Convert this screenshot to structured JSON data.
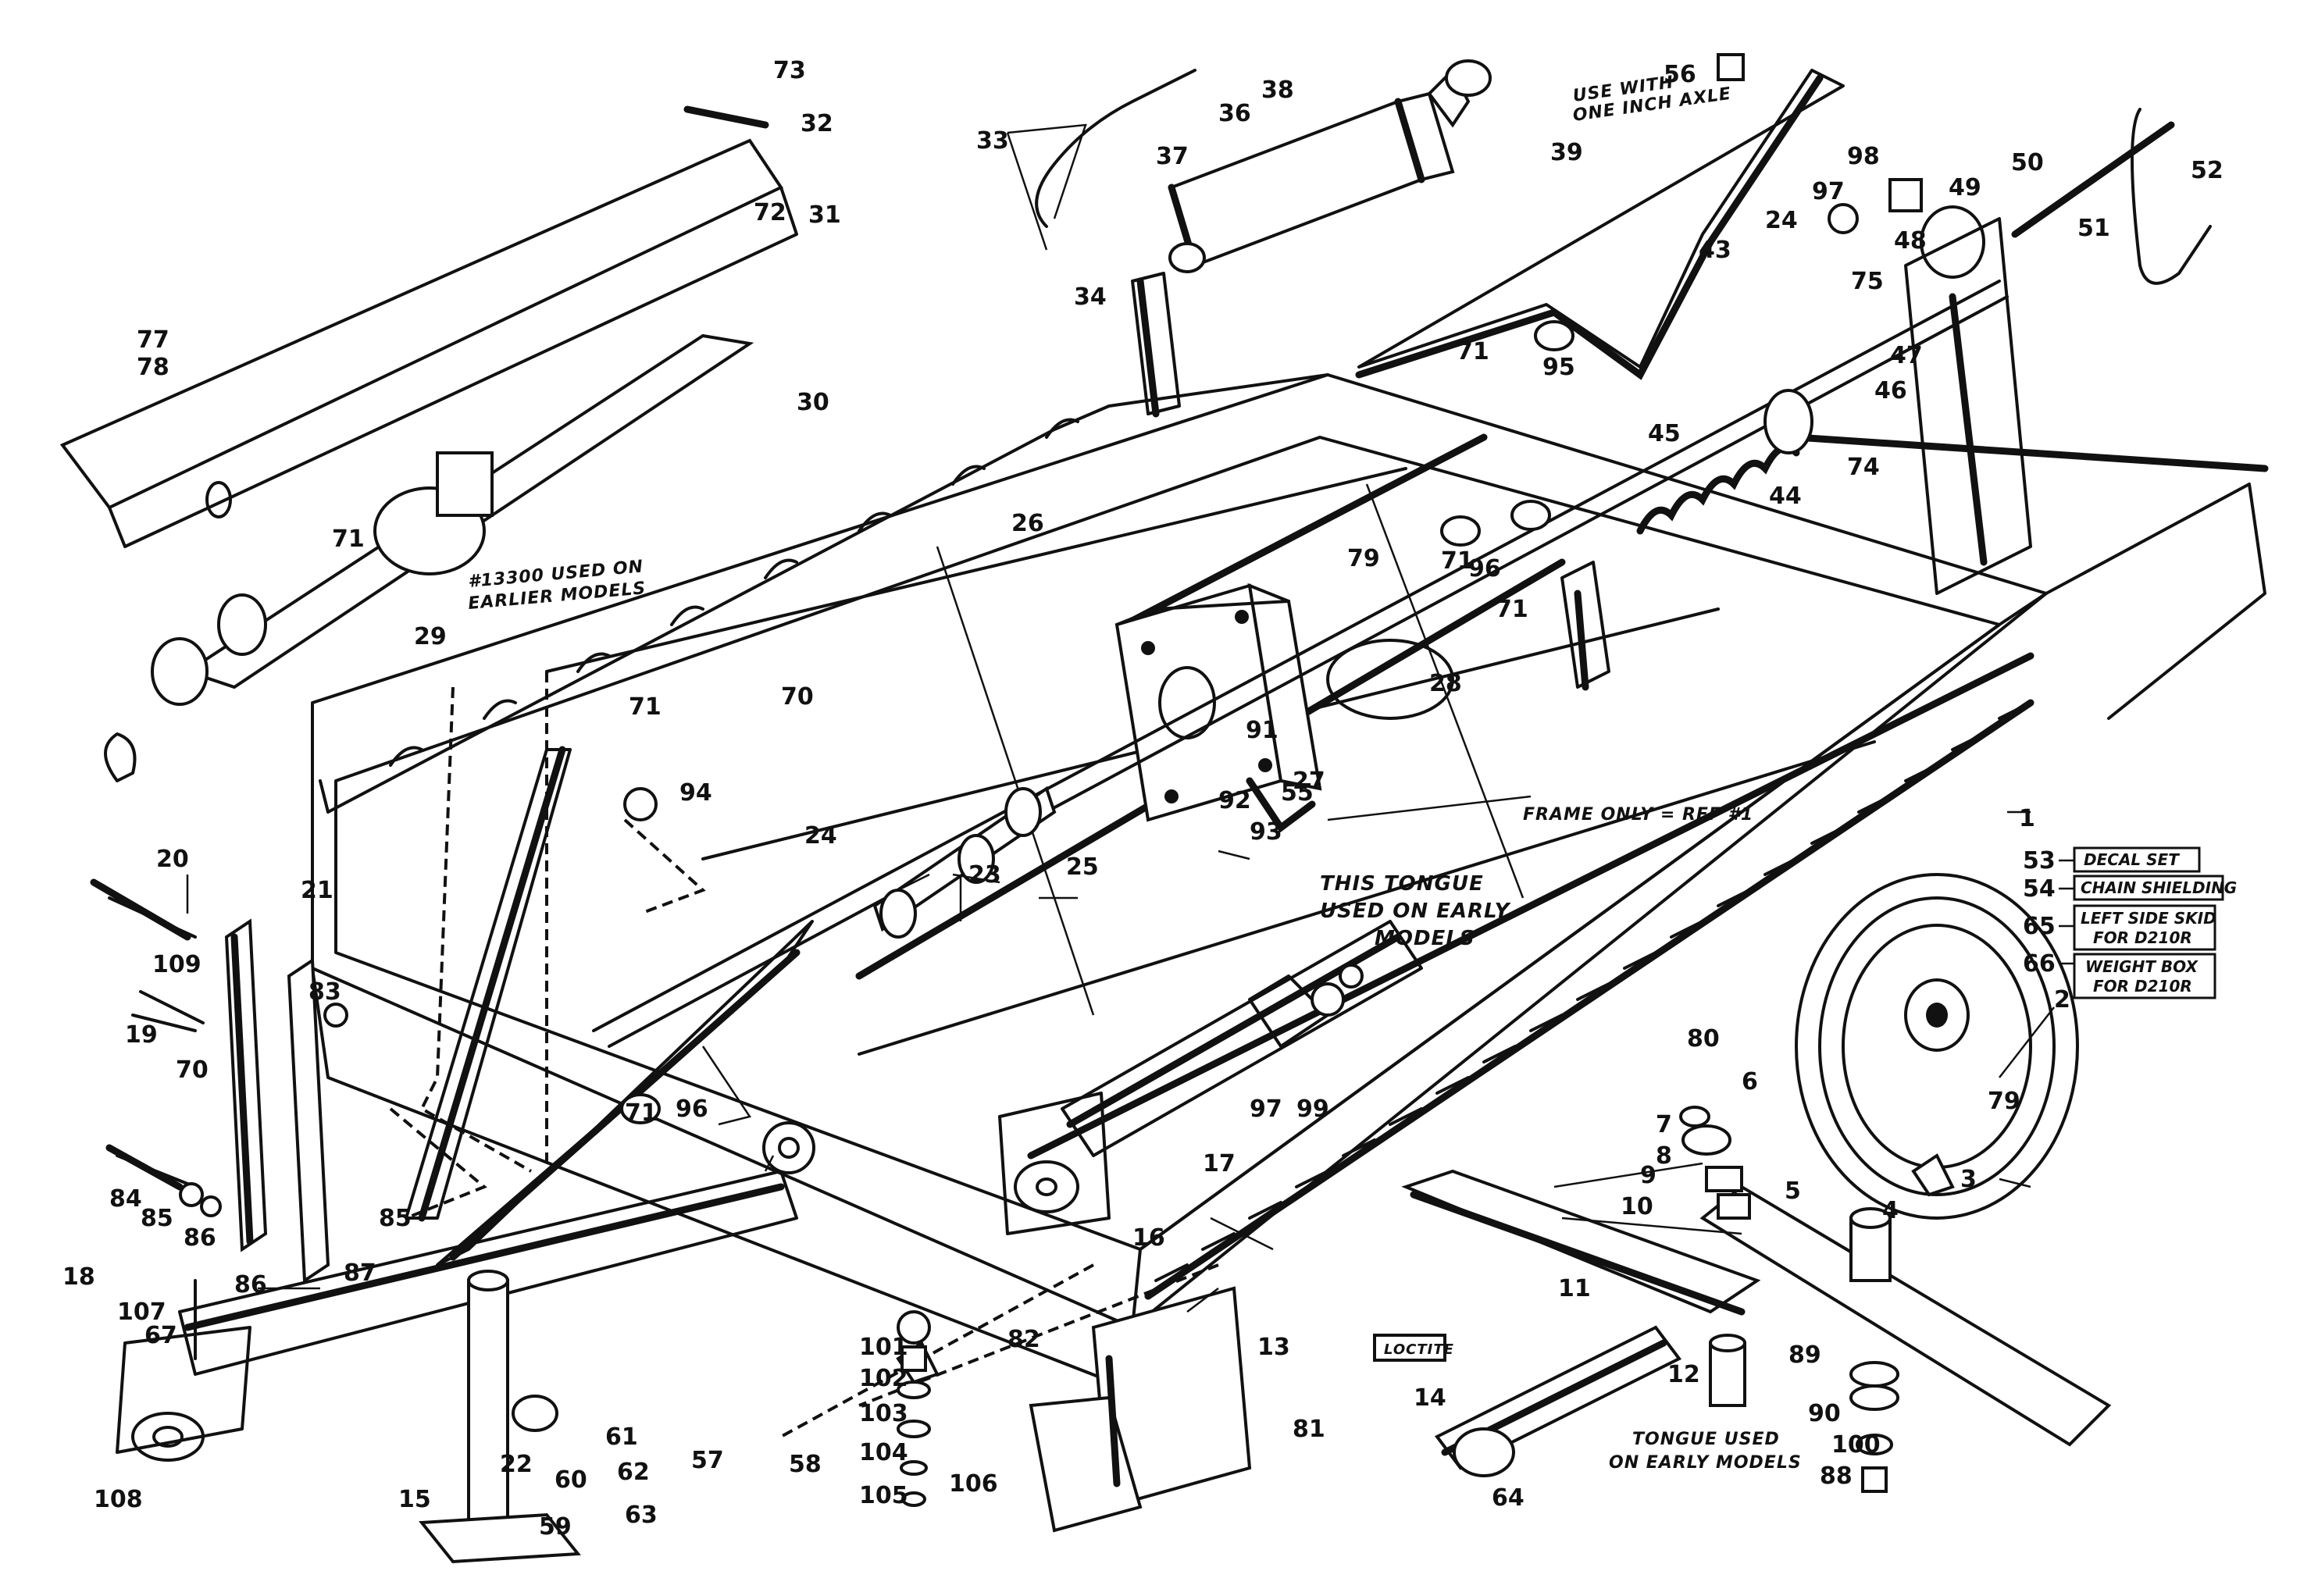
{
  "diagram": {
    "part_labels": [
      {
        "id": "l1",
        "text": "1"
      },
      {
        "id": "l2",
        "text": "2"
      },
      {
        "id": "l3",
        "text": "3"
      },
      {
        "id": "l4",
        "text": "4"
      },
      {
        "id": "l5",
        "text": "5"
      },
      {
        "id": "l6",
        "text": "6"
      },
      {
        "id": "l7",
        "text": "7"
      },
      {
        "id": "l8",
        "text": "8"
      },
      {
        "id": "l9",
        "text": "9"
      },
      {
        "id": "l10",
        "text": "10"
      },
      {
        "id": "l11",
        "text": "11"
      },
      {
        "id": "l12",
        "text": "12"
      },
      {
        "id": "l13",
        "text": "13"
      },
      {
        "id": "l14",
        "text": "14"
      },
      {
        "id": "l15",
        "text": "15"
      },
      {
        "id": "l16",
        "text": "16"
      },
      {
        "id": "l17",
        "text": "17"
      },
      {
        "id": "l18",
        "text": "18"
      },
      {
        "id": "l19",
        "text": "19"
      },
      {
        "id": "l20",
        "text": "20"
      },
      {
        "id": "l21",
        "text": "21"
      },
      {
        "id": "l22",
        "text": "22"
      },
      {
        "id": "l23",
        "text": "23"
      },
      {
        "id": "l24a",
        "text": "24"
      },
      {
        "id": "l24b",
        "text": "24"
      },
      {
        "id": "l25",
        "text": "25"
      },
      {
        "id": "l26",
        "text": "26"
      },
      {
        "id": "l27",
        "text": "27"
      },
      {
        "id": "l28",
        "text": "28"
      },
      {
        "id": "l29",
        "text": "29"
      },
      {
        "id": "l30",
        "text": "30"
      },
      {
        "id": "l31",
        "text": "31"
      },
      {
        "id": "l32",
        "text": "32"
      },
      {
        "id": "l33",
        "text": "33"
      },
      {
        "id": "l34",
        "text": "34"
      },
      {
        "id": "l36",
        "text": "36"
      },
      {
        "id": "l37",
        "text": "37"
      },
      {
        "id": "l38",
        "text": "38"
      },
      {
        "id": "l39",
        "text": "39"
      },
      {
        "id": "l43",
        "text": "43"
      },
      {
        "id": "l44",
        "text": "44"
      },
      {
        "id": "l45",
        "text": "45"
      },
      {
        "id": "l46",
        "text": "46"
      },
      {
        "id": "l47",
        "text": "47"
      },
      {
        "id": "l48",
        "text": "48"
      },
      {
        "id": "l49",
        "text": "49"
      },
      {
        "id": "l50",
        "text": "50"
      },
      {
        "id": "l51",
        "text": "51"
      },
      {
        "id": "l52",
        "text": "52"
      },
      {
        "id": "l55",
        "text": "55"
      },
      {
        "id": "l56",
        "text": "56"
      },
      {
        "id": "l57",
        "text": "57"
      },
      {
        "id": "l58",
        "text": "58"
      },
      {
        "id": "l59",
        "text": "59"
      },
      {
        "id": "l60",
        "text": "60"
      },
      {
        "id": "l61",
        "text": "61"
      },
      {
        "id": "l62",
        "text": "62"
      },
      {
        "id": "l63",
        "text": "63"
      },
      {
        "id": "l64",
        "text": "64"
      },
      {
        "id": "l67",
        "text": "67"
      },
      {
        "id": "l70a",
        "text": "70"
      },
      {
        "id": "l70b",
        "text": "70"
      },
      {
        "id": "l71a",
        "text": "71"
      },
      {
        "id": "l71b",
        "text": "71"
      },
      {
        "id": "l71c",
        "text": "71"
      },
      {
        "id": "l71d",
        "text": "71"
      },
      {
        "id": "l71e",
        "text": "71"
      },
      {
        "id": "l71f",
        "text": "71"
      },
      {
        "id": "l72",
        "text": "72"
      },
      {
        "id": "l73",
        "text": "73"
      },
      {
        "id": "l74",
        "text": "74"
      },
      {
        "id": "l75",
        "text": "75"
      },
      {
        "id": "l77",
        "text": "77"
      },
      {
        "id": "l78",
        "text": "78"
      },
      {
        "id": "l79a",
        "text": "79"
      },
      {
        "id": "l79b",
        "text": "79"
      },
      {
        "id": "l80",
        "text": "80"
      },
      {
        "id": "l81",
        "text": "81"
      },
      {
        "id": "l82",
        "text": "82"
      },
      {
        "id": "l83",
        "text": "83"
      },
      {
        "id": "l84",
        "text": "84"
      },
      {
        "id": "l85a",
        "text": "85"
      },
      {
        "id": "l85b",
        "text": "85"
      },
      {
        "id": "l86a",
        "text": "86"
      },
      {
        "id": "l86b",
        "text": "86"
      },
      {
        "id": "l87",
        "text": "87"
      },
      {
        "id": "l88",
        "text": "88"
      },
      {
        "id": "l89",
        "text": "89"
      },
      {
        "id": "l90",
        "text": "90"
      },
      {
        "id": "l91",
        "text": "91"
      },
      {
        "id": "l92",
        "text": "92"
      },
      {
        "id": "l93",
        "text": "93"
      },
      {
        "id": "l94",
        "text": "94"
      },
      {
        "id": "l95",
        "text": "95"
      },
      {
        "id": "l96a",
        "text": "96"
      },
      {
        "id": "l96b",
        "text": "96"
      },
      {
        "id": "l97a",
        "text": "97"
      },
      {
        "id": "l97b",
        "text": "97"
      },
      {
        "id": "l98",
        "text": "98"
      },
      {
        "id": "l99",
        "text": "99"
      },
      {
        "id": "l100",
        "text": "100"
      },
      {
        "id": "l101",
        "text": "101"
      },
      {
        "id": "l102",
        "text": "102"
      },
      {
        "id": "l103",
        "text": "103"
      },
      {
        "id": "l104",
        "text": "104"
      },
      {
        "id": "l105",
        "text": "105"
      },
      {
        "id": "l106",
        "text": "106"
      },
      {
        "id": "l107",
        "text": "107"
      },
      {
        "id": "l108",
        "text": "108"
      },
      {
        "id": "l109",
        "text": "109"
      }
    ],
    "notes": {
      "axle_note_1": "USE WITH",
      "axle_note_2": "ONE INCH AXLE",
      "earlier_models_1": "#13300 USED ON",
      "earlier_models_2": "EARLIER MODELS",
      "frame_only": "FRAME ONLY = REF #1",
      "tongue_early_1": "THIS TONGUE",
      "tongue_early_2": "USED ON EARLY",
      "tongue_early_3": "MODELS",
      "tongue_used_1": "TONGUE USED",
      "tongue_used_2": "ON EARLY MODELS",
      "loctite": "LOCTITE"
    },
    "boxed_callouts": [
      {
        "num": "53",
        "text": "DECAL SET"
      },
      {
        "num": "54",
        "text": "CHAIN SHIELDING"
      },
      {
        "num": "65",
        "text_1": "LEFT SIDE SKID",
        "text_2": "FOR D210R"
      },
      {
        "num": "66",
        "text_1": "WEIGHT BOX",
        "text_2": "FOR D210R"
      }
    ]
  }
}
